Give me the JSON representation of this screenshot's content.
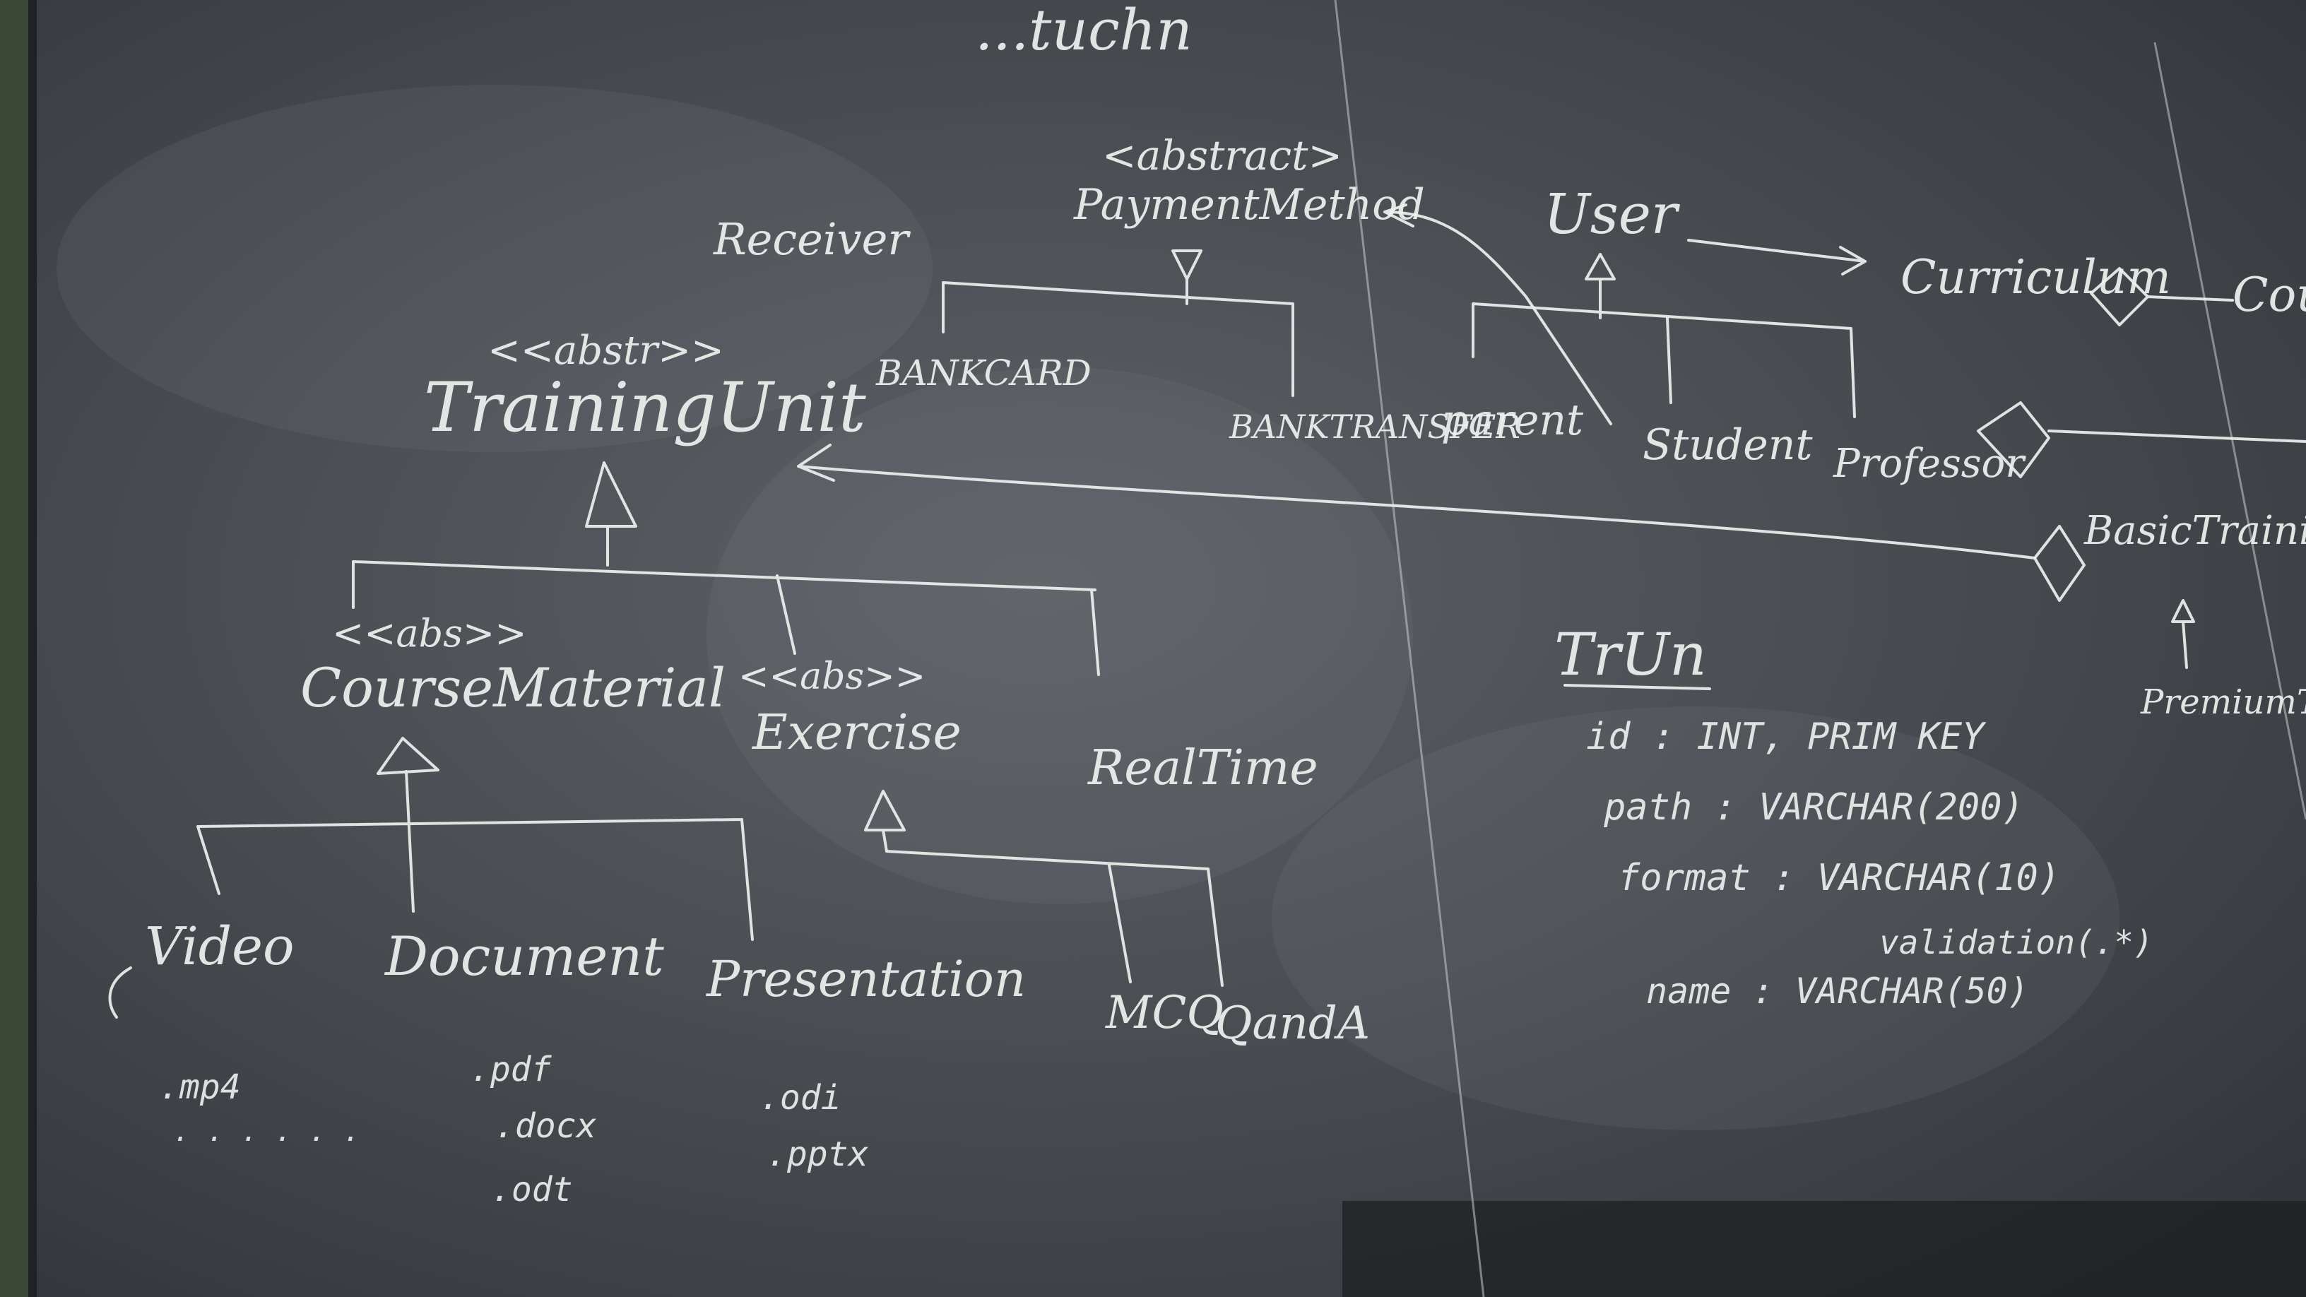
{
  "board": {
    "left_panel": {
      "top_faint": "...tuchn",
      "stereotype_abstract_top": "<abstract>",
      "payment_method": "PaymentMethod",
      "receiver": "Receiver",
      "bank_card": "BANKCARD",
      "bank_transfer": "BANKTRANSFER",
      "stereotype_abstract_training": "<<abstr>>",
      "training_unit": "TrainingUnit",
      "stereotype_abs_course": "<<abs>>",
      "course_material": "CourseMaterial",
      "stereotype_abs_exercise": "<<abs>>",
      "exercise": "Exercise",
      "real_time": "RealTime",
      "video": "Video",
      "document": "Document",
      "presentation": "Presentation",
      "mcq": "MCQ",
      "qanda": "QandA",
      "ext_mp4": ".mp4",
      "ext_video_more": ". . . . . .",
      "ext_pdf": ".pdf",
      "ext_docx": ".docx",
      "ext_odt": ".odt",
      "ext_odi": ".odi",
      "ext_pptx": ".pptx"
    },
    "right_panel": {
      "user": "User",
      "parent": "parent",
      "student": "Student",
      "professor": "Professor",
      "curriculum": "Curriculum",
      "course_cut": "Cour",
      "basic_training": "BasicTraining",
      "premium_training": "PremiumTra",
      "table_name": "TrUn",
      "field_id": "id : INT, PRIM KEY",
      "field_path": "path : VARCHAR(200)",
      "field_format": "format : VARCHAR(10)",
      "field_validation": "validation(.*)",
      "field_name": "name : VARCHAR(50)"
    }
  }
}
